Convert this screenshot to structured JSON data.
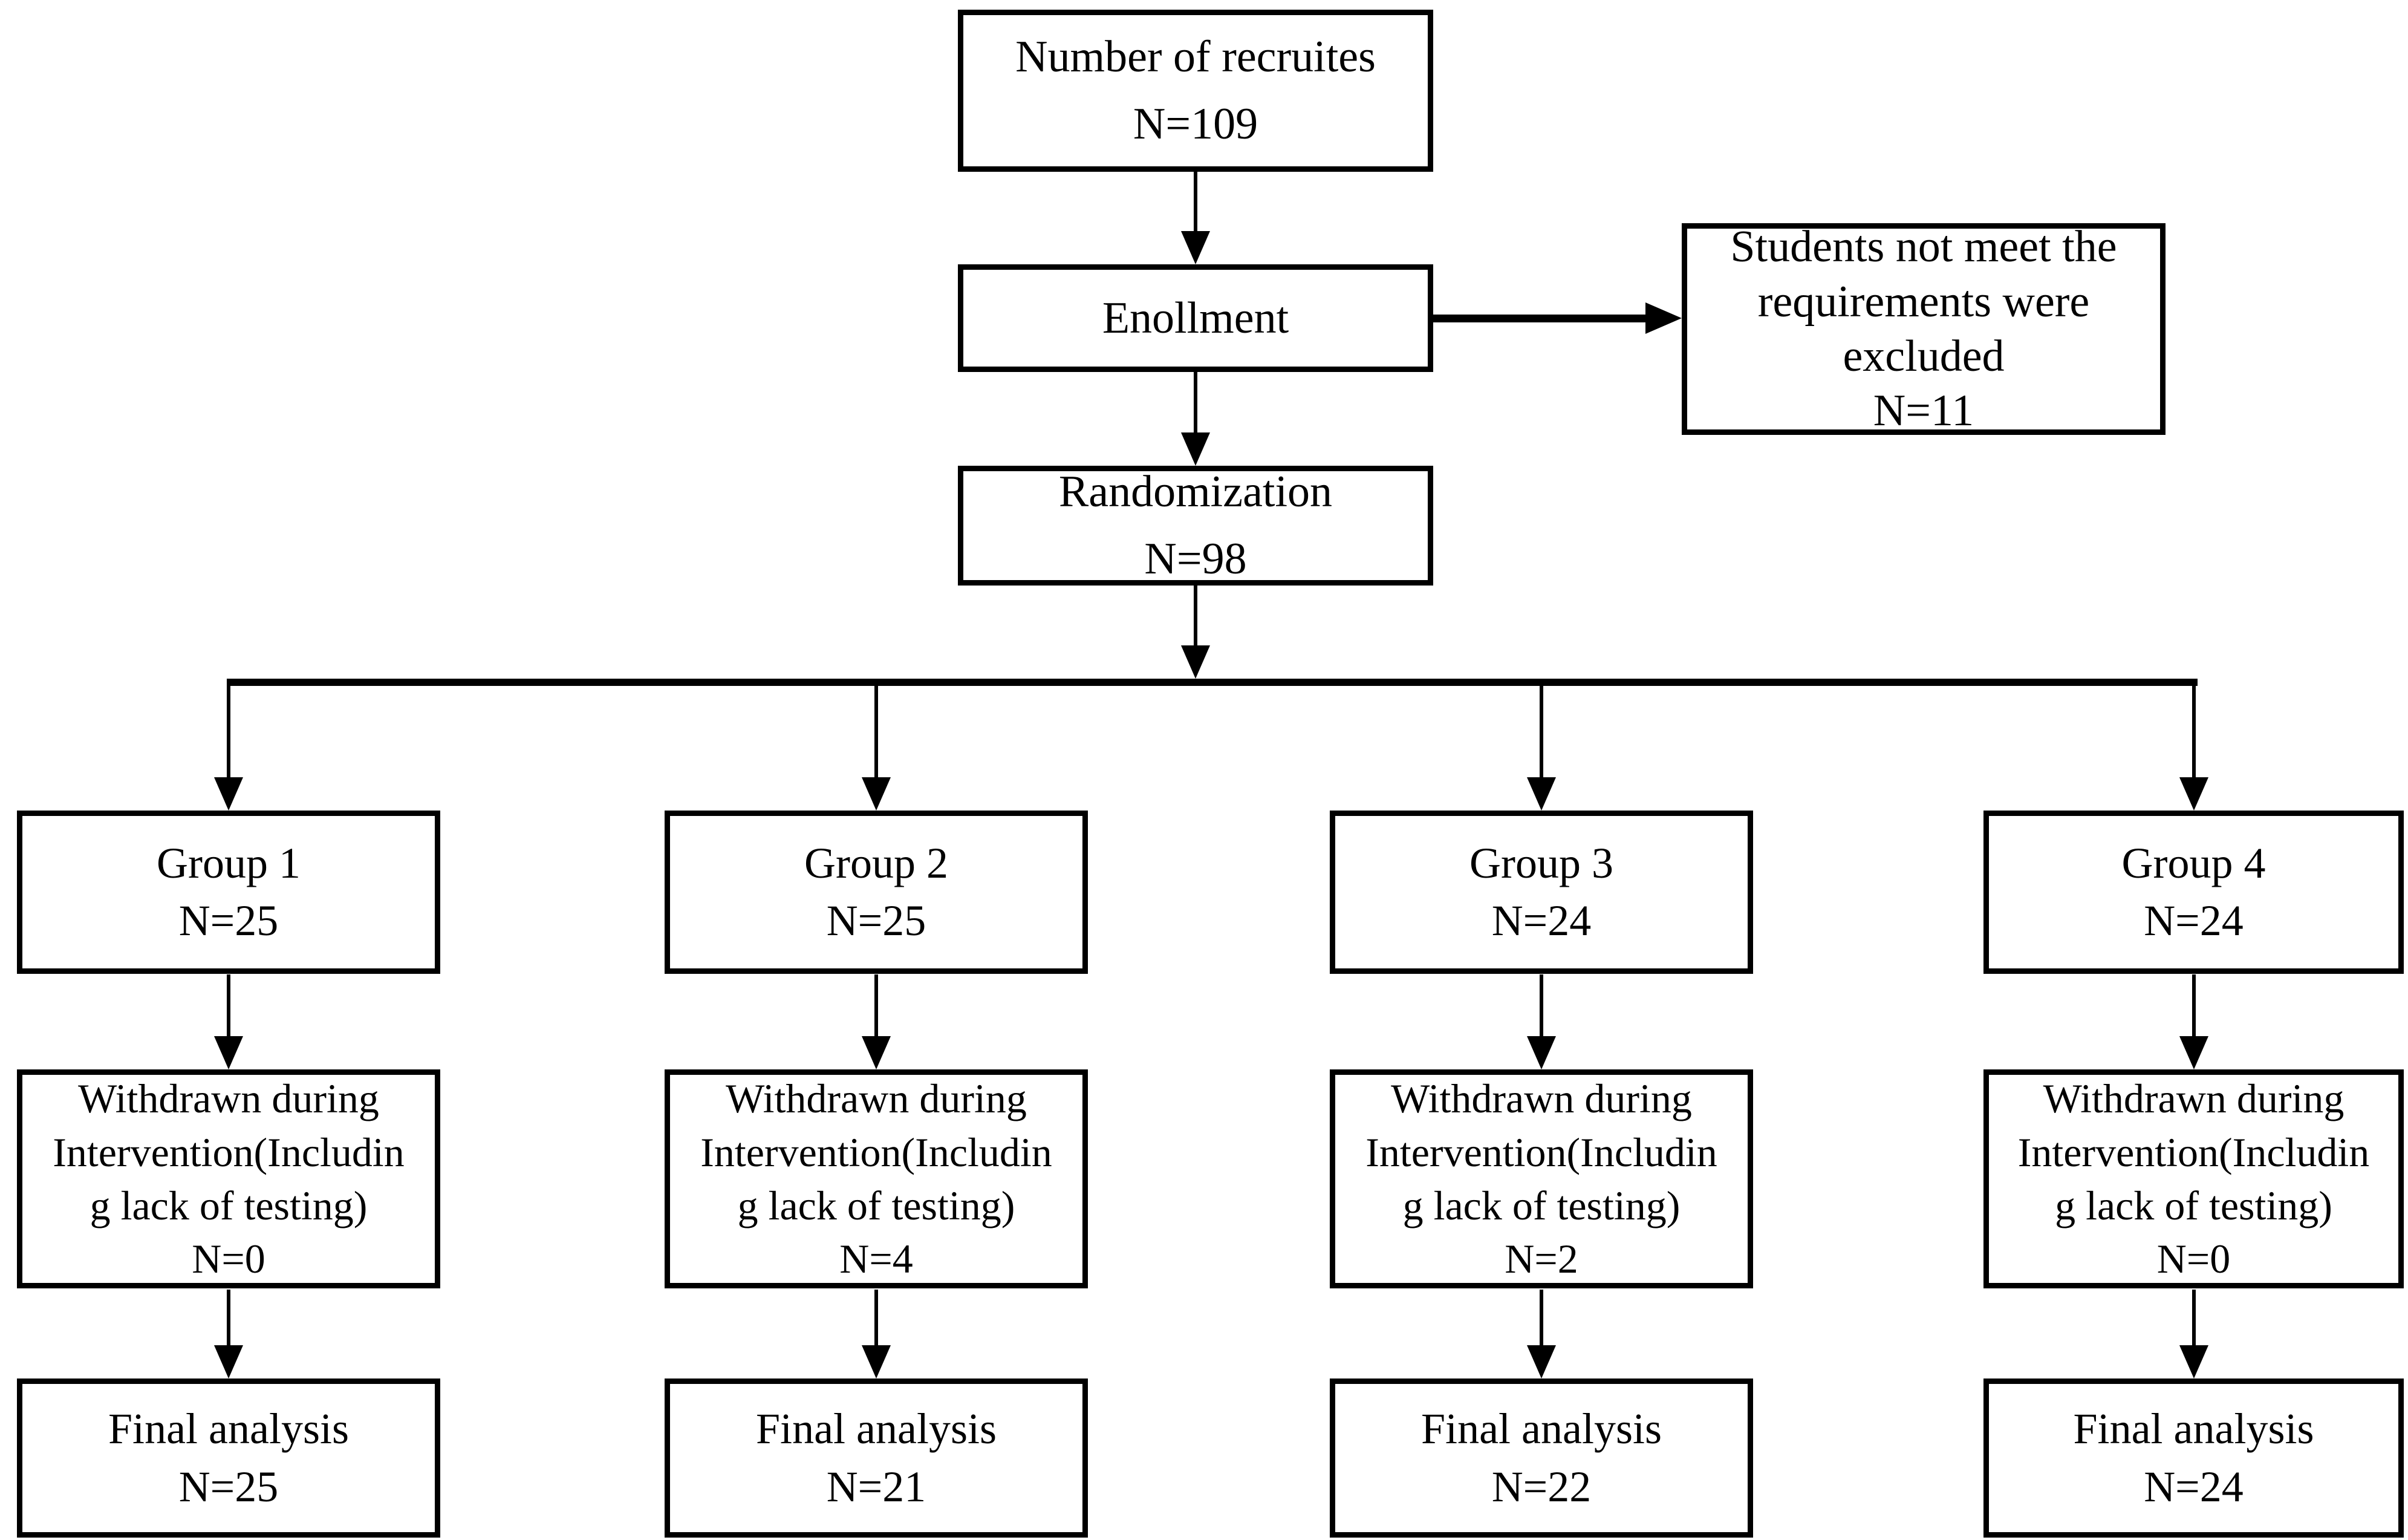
{
  "diagram": {
    "recruits": {
      "label": "Number of recruites",
      "count": "N=109"
    },
    "enrollment": {
      "label": "Enollment"
    },
    "excluded": {
      "label": "Students not meet the requirements were excluded",
      "count": "N=11"
    },
    "randomization": {
      "label": "Randomization",
      "count": "N=98"
    },
    "withdrawn_label": "Withdrawn during Intervention(Including lack of testing)",
    "final_label": "Final analysis",
    "groups": [
      {
        "label": "Group 1",
        "count": "N=25",
        "withdrawn_count": "N=0",
        "final_count": "N=25"
      },
      {
        "label": "Group 2",
        "count": "N=25",
        "withdrawn_count": "N=4",
        "final_count": "N=21"
      },
      {
        "label": "Group 3",
        "count": "N=24",
        "withdrawn_count": "N=2",
        "final_count": "N=22"
      },
      {
        "label": "Group 4",
        "count": "N=24",
        "withdrawn_count": "N=0",
        "final_count": "N=24"
      }
    ]
  }
}
